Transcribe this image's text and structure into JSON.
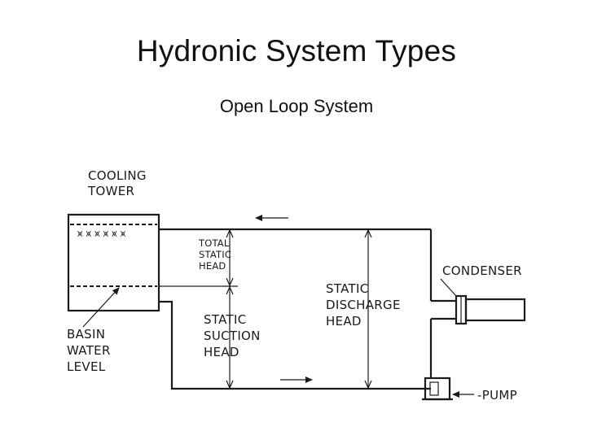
{
  "slide": {
    "title": "Hydronic  System Types",
    "subtitle": "Open Loop System"
  },
  "diagram": {
    "labels": {
      "cooling_tower": [
        "COOLING",
        "TOWER"
      ],
      "total_static_head": [
        "TOTAL",
        "STATIC",
        "HEAD"
      ],
      "static_suction_head": [
        "STATIC",
        "SUCTION",
        "HEAD"
      ],
      "static_discharge_head": [
        "STATIC",
        "DISCHARGE",
        "HEAD"
      ],
      "condenser": "CONDENSER",
      "basin_water_level": [
        "BASIN",
        "WATER",
        "LEVEL"
      ],
      "pump": "PUMP"
    }
  }
}
